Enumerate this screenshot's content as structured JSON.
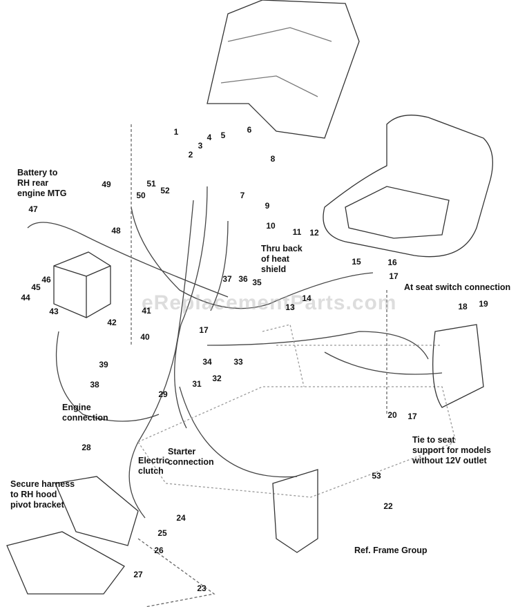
{
  "watermark": "eReplacementParts.com",
  "notes": {
    "battery": "Battery to\nRH rear\nengine MTG",
    "heat_shield": "Thru back\nof heat\nshield",
    "seat_switch": "At seat switch connection",
    "engine": "Engine\nconnection",
    "clutch": "Electric\nclutch",
    "starter": "Starter\nconnection",
    "harness": "Secure harness\nto RH hood\npivot bracket",
    "seat_support": "Tie to seat\nsupport for models\nwithout 12V outlet",
    "frame": "Ref. Frame Group"
  },
  "callouts": [
    "1",
    "2",
    "3",
    "4",
    "5",
    "6",
    "7",
    "8",
    "9",
    "10",
    "11",
    "12",
    "13",
    "14",
    "15",
    "16",
    "17",
    "17",
    "17",
    "17",
    "18",
    "19",
    "20",
    "22",
    "23",
    "24",
    "25",
    "26",
    "27",
    "28",
    "29",
    "31",
    "32",
    "33",
    "34",
    "35",
    "36",
    "37",
    "38",
    "39",
    "40",
    "41",
    "42",
    "43",
    "44",
    "45",
    "46",
    "47",
    "48",
    "49",
    "50",
    "51",
    "52",
    "53"
  ]
}
